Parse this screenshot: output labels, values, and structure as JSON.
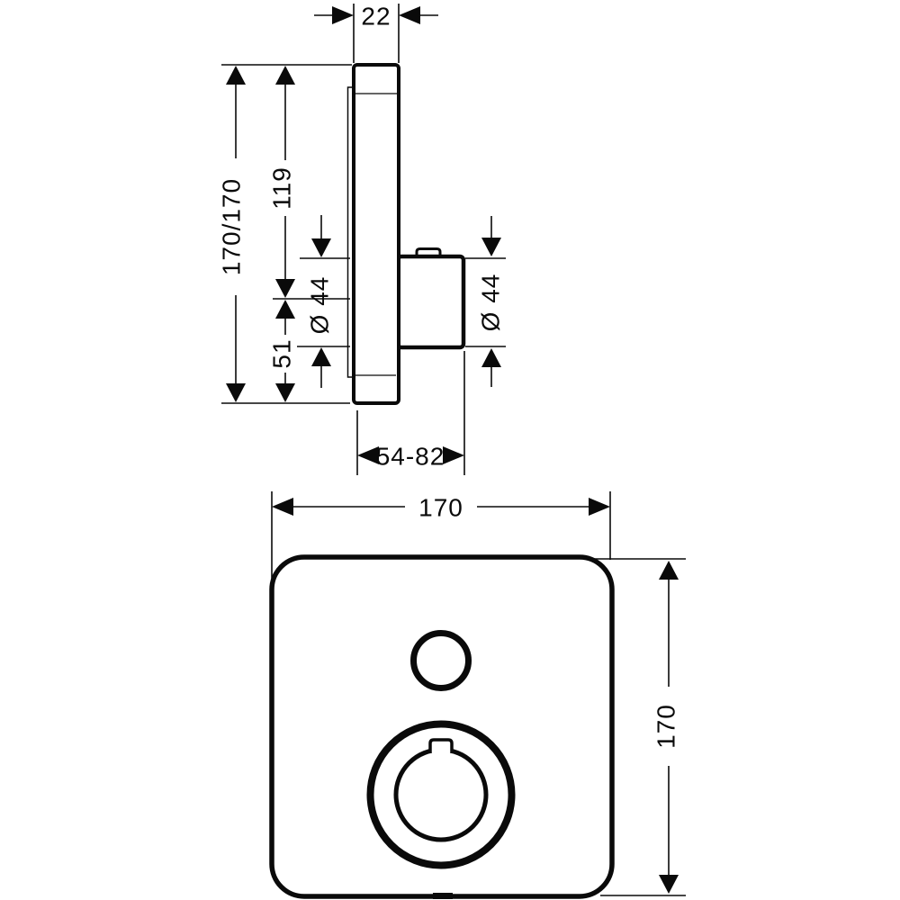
{
  "colors": {
    "ink": "#0a0a0a",
    "paper": "#ffffff"
  },
  "side_view": {
    "dim_plate_depth": "22",
    "dim_plate_height": "170/170",
    "dim_top_to_valve_center": "119",
    "dim_valve_center_to_bottom": "51",
    "dim_valve_diameter_left": "Ø 44",
    "dim_valve_diameter_right": "Ø 44",
    "dim_installation_depth": "54-82"
  },
  "front_view": {
    "dim_plate_width": "170",
    "dim_plate_height": "170"
  }
}
